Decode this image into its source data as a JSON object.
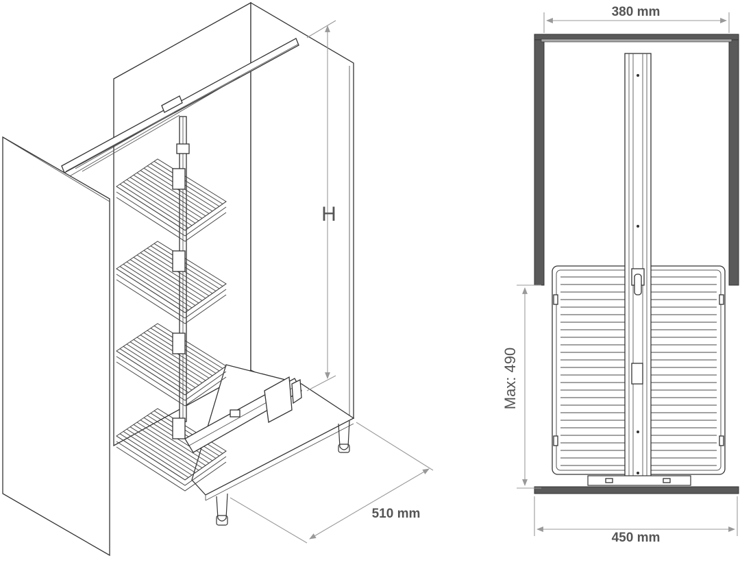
{
  "diagram": {
    "dimensions": {
      "top_width": "380 mm",
      "bottom_width": "450 mm",
      "depth": "510 mm",
      "height_symbol": "H",
      "max_height": "Max: 490"
    },
    "colors": {
      "line": "#333333",
      "dimension_line": "#999999",
      "label": "#555555",
      "dark_panel": "#5a5a5a"
    }
  }
}
